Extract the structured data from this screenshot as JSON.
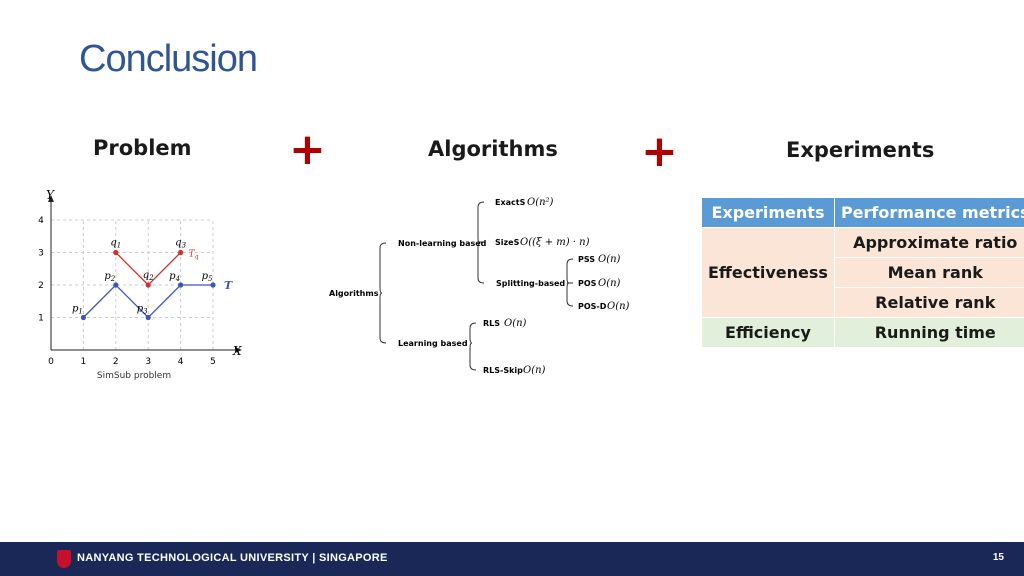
{
  "slide": {
    "title": "Conclusion",
    "page_number": "15"
  },
  "sections": {
    "problem": "Problem",
    "algorithms": "Algorithms",
    "experiments": "Experiments",
    "plus": "+"
  },
  "plot": {
    "caption": "SimSub problem",
    "x_axis_label": "X",
    "y_axis_label": "Y",
    "x_ticks": [
      "0",
      "1",
      "2",
      "3",
      "4",
      "5"
    ],
    "y_ticks": [
      "1",
      "2",
      "3",
      "4"
    ],
    "p_labels": [
      "p1",
      "p2",
      "p3",
      "p4",
      "p5"
    ],
    "q_labels": [
      "q1",
      "q2",
      "q3"
    ],
    "T_label": "T",
    "Tq_label": "Tq",
    "colors": {
      "T": "#3a55c4",
      "Tq": "#d03030"
    }
  },
  "chart_data": [
    {
      "type": "line",
      "title": "",
      "xlabel": "X",
      "ylabel": "Y",
      "xlim": [
        0,
        5
      ],
      "ylim": [
        0,
        4
      ],
      "grid": true,
      "series": [
        {
          "name": "T",
          "x": [
            1,
            2,
            3,
            4,
            5
          ],
          "y": [
            1,
            2,
            1,
            2,
            2
          ]
        },
        {
          "name": "Tq",
          "x": [
            2,
            3,
            4
          ],
          "y": [
            3,
            2,
            3
          ]
        }
      ]
    }
  ],
  "tree": {
    "root": "Algorithms",
    "non_learning": "Non-learning based",
    "learning": "Learning based",
    "exacts": "ExactS",
    "exacts_complexity": "O(n²)",
    "sizes": "SizeS",
    "sizes_complexity": "O((ξ + m) · n)",
    "splitting": "Splitting-based",
    "pss": "PSS",
    "pss_complexity": "O(n)",
    "pos": "POS",
    "pos_complexity": "O(n)",
    "posd": "POS-D",
    "posd_complexity": "O(n)",
    "rls": "RLS",
    "rls_complexity": "O(n)",
    "rlsskip": "RLS-Skip",
    "rlsskip_complexity": "O(n)"
  },
  "table": {
    "headers": [
      "Experiments",
      "Performance metrics"
    ],
    "effectiveness": "Effectiveness",
    "efficiency": "Efficiency",
    "metrics": [
      "Approximate ratio",
      "Mean rank",
      "Relative rank"
    ],
    "running_time": "Running time"
  },
  "footer": {
    "university": "NANYANG TECHNOLOGICAL UNIVERSITY | SINGAPORE"
  }
}
